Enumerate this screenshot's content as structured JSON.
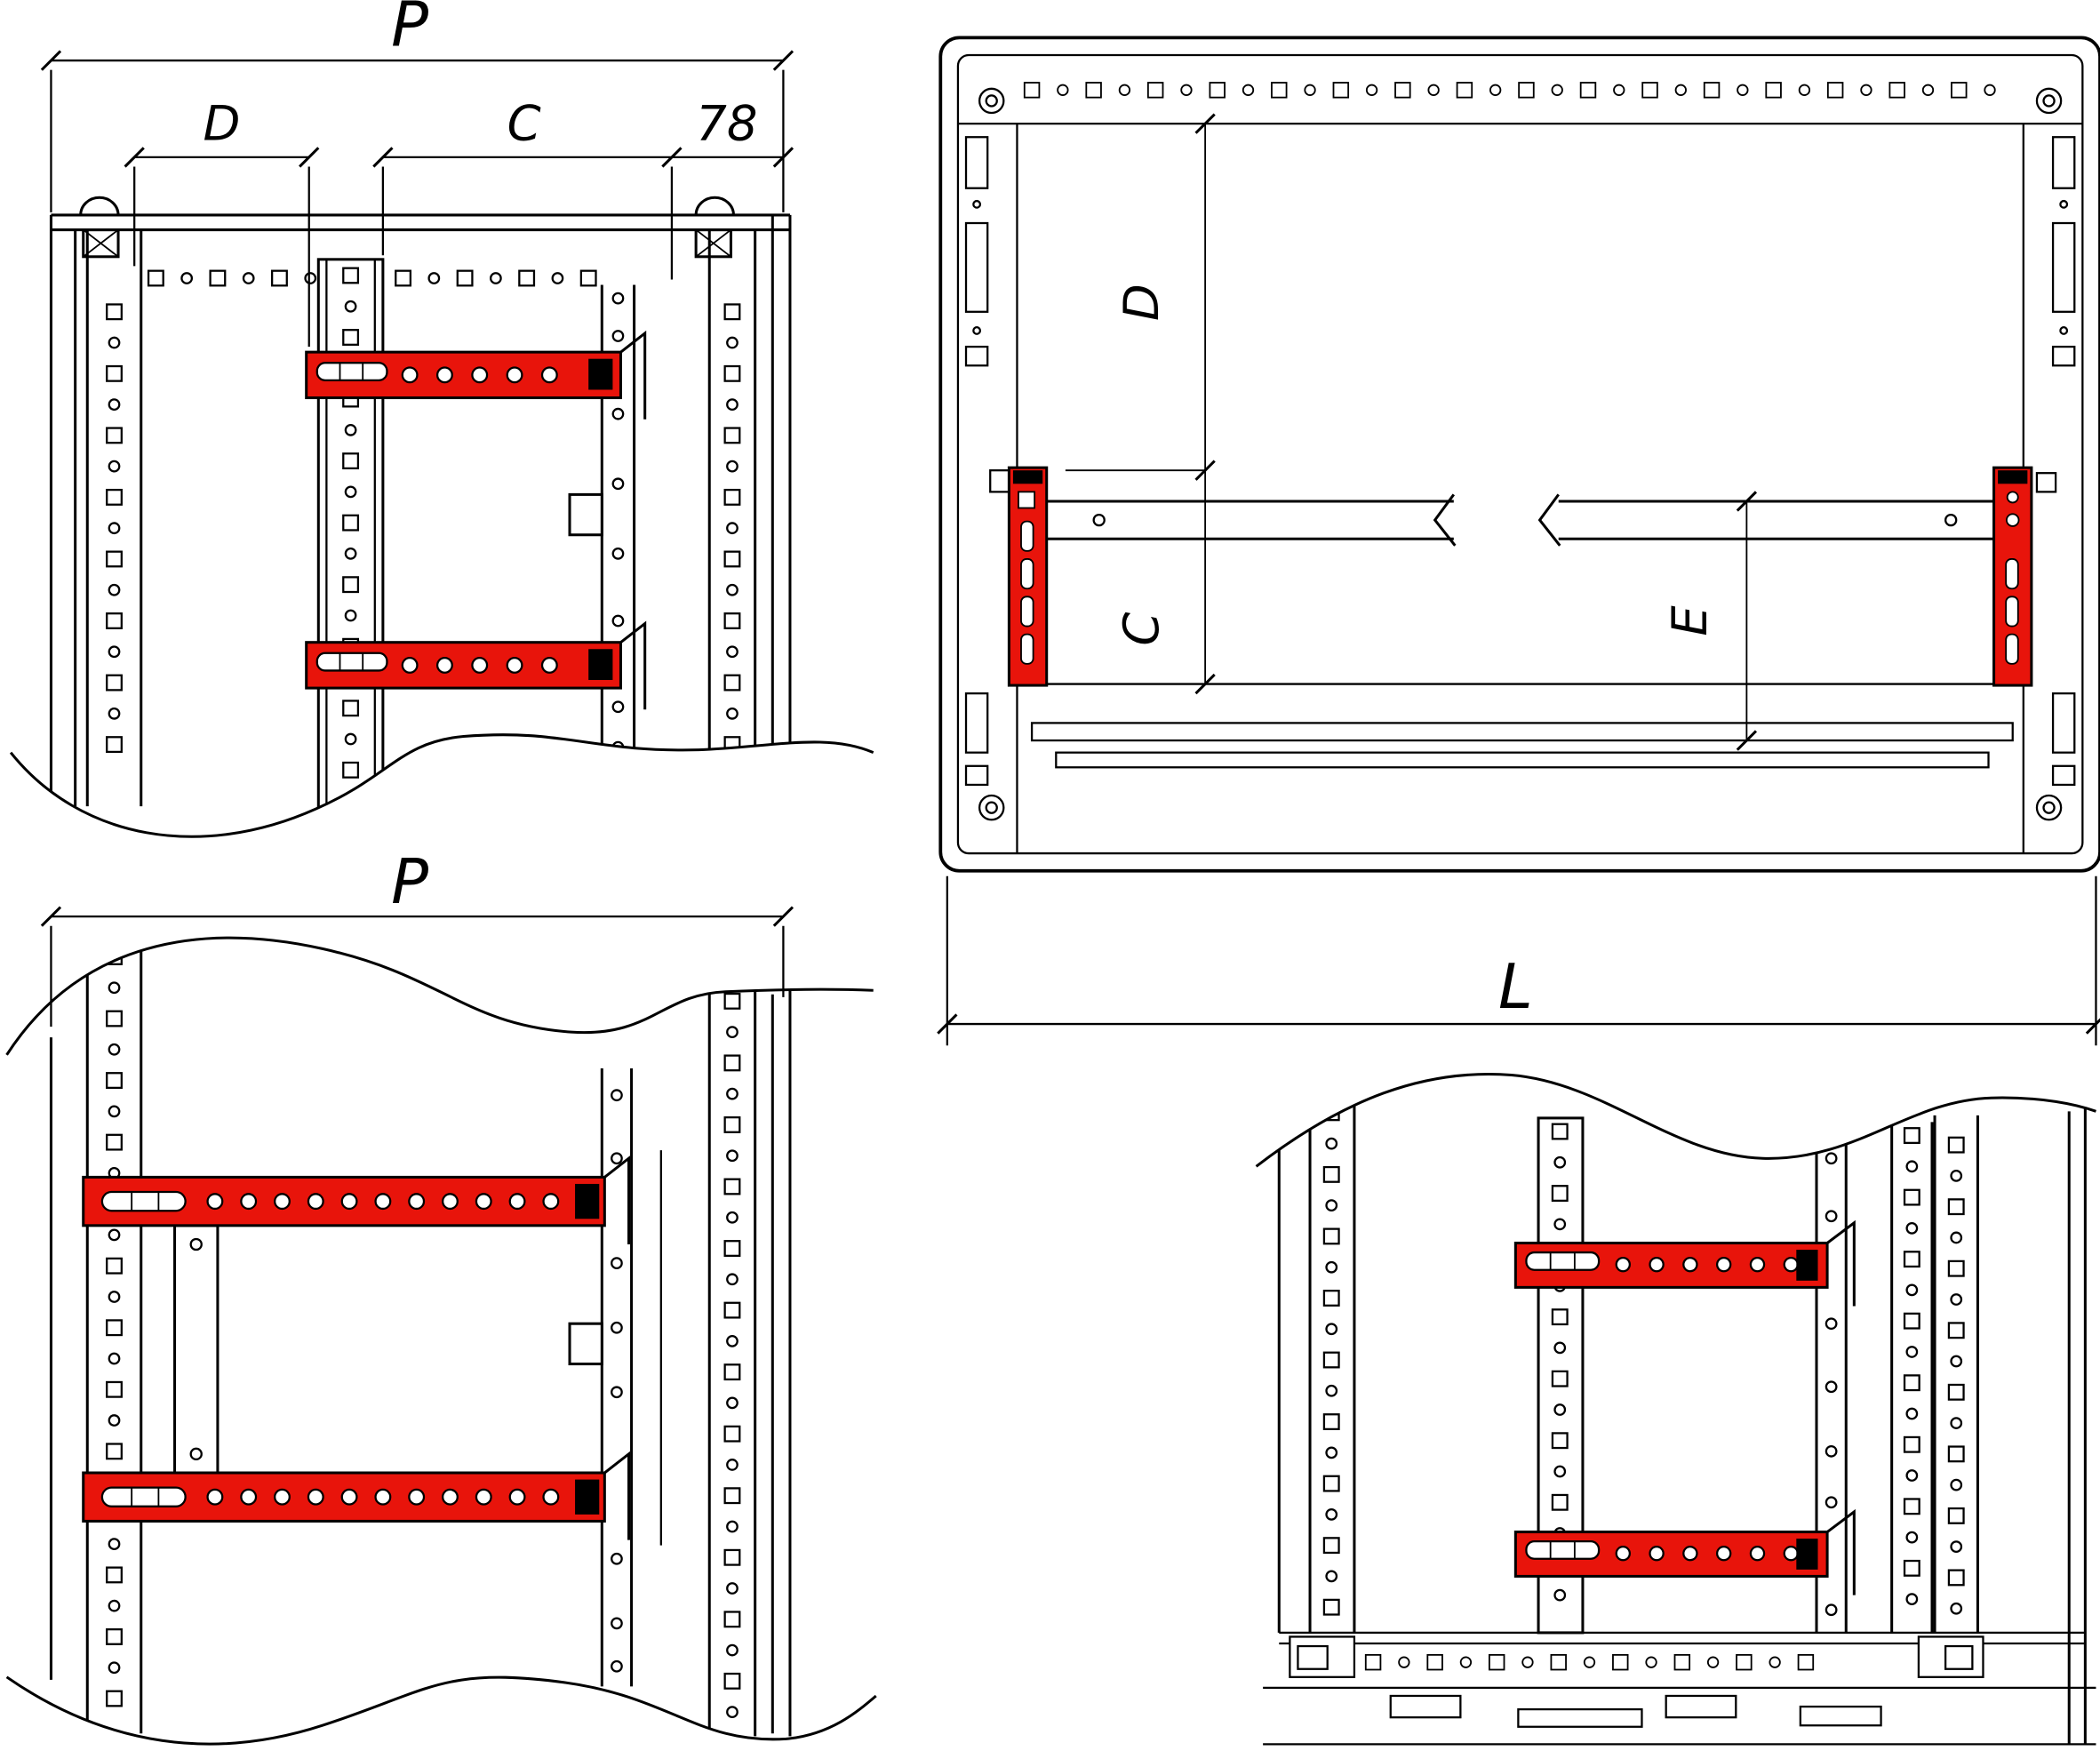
{
  "colors": {
    "rail_red": "#e8140b",
    "line": "#000000",
    "background": "#ffffff"
  },
  "labels": {
    "p_top": "P",
    "d_top": "D",
    "c_top": "C",
    "fixed_78": "78",
    "plan_d": "D",
    "plan_c": "C",
    "plan_e": "E",
    "plan_l": "L",
    "p_bottom": "P"
  }
}
